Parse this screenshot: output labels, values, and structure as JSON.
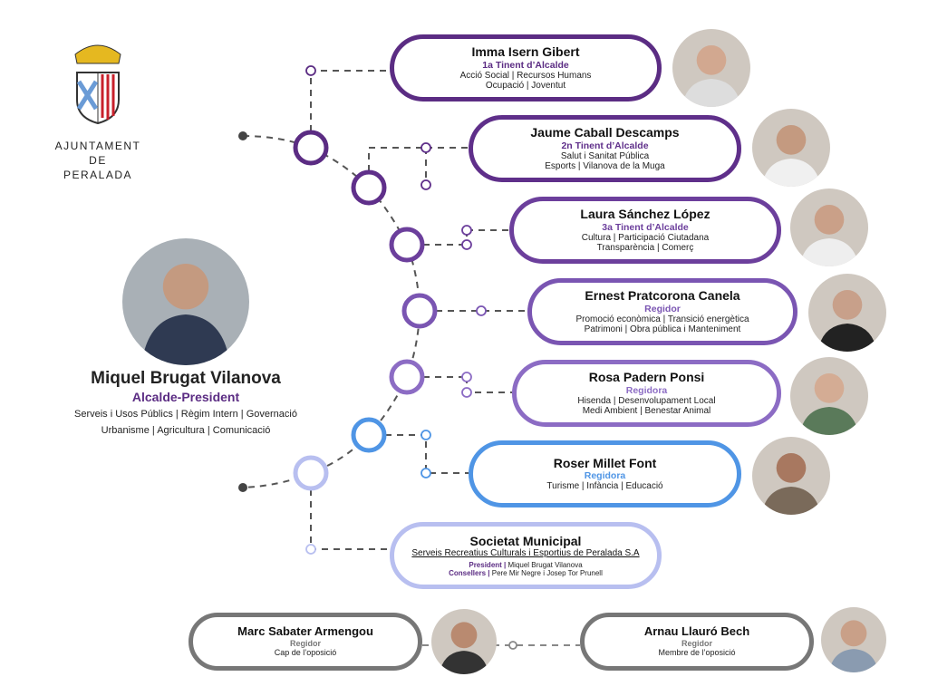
{
  "logo": {
    "name_line1": "AJUNTAMENT",
    "name_line2": "DE PERALADA"
  },
  "mayor": {
    "name": "Miquel Brugat Vilanova",
    "role": "Alcalde-President",
    "areas_line1": "Serveis i Usos Públics | Règim Intern | Governació",
    "areas_line2": "Urbanisme | Agricultura | Comunicació"
  },
  "members": [
    {
      "name": "Imma Isern Gibert",
      "role": "1a Tinent d’Alcalde",
      "areas_line1": "Acció Social | Recursos Humans",
      "areas_line2": "Ocupació | Joventut",
      "color": "#5b2c83"
    },
    {
      "name": "Jaume Caball Descamps",
      "role": "2n Tinent d’Alcalde",
      "areas_line1": "Salut i Sanitat Pública",
      "areas_line2": "Esports | Vilanova de la Muga",
      "color": "#5f2f8a"
    },
    {
      "name": "Laura Sánchez López",
      "role": "3a Tinent d’Alcalde",
      "areas_line1": "Cultura | Participació Ciutadana",
      "areas_line2": "Transparència | Comerç",
      "color": "#6c3f9c"
    },
    {
      "name": "Ernest Pratcorona Canela",
      "role": "Regidor",
      "areas_line1": "Promoció econòmica | Transició energètica",
      "areas_line2": "Patrimoni | Obra pública i Manteniment",
      "color": "#7a55b2"
    },
    {
      "name": "Rosa Padern Ponsi",
      "role": "Regidora",
      "areas_line1": "Hisenda | Desenvolupament Local",
      "areas_line2": "Medi Ambient | Benestar Animal",
      "color": "#8c6cc4"
    },
    {
      "name": "Roser Millet Font",
      "role": "Regidora",
      "areas_line1": "Turisme | Infància | Educació",
      "areas_line2": "",
      "color": "#4f95e5"
    }
  ],
  "societat": {
    "title": "Societat Municipal",
    "subtitle": "Serveis Recreatius Culturals i Esportius de Peralada S.A",
    "president_label": "President |",
    "president": "Miquel Brugat Vilanova",
    "consellers_label": "Consellers |",
    "consellers": "Pere Mir Negre i Josep Tor Prunell",
    "color": "#b8bff0"
  },
  "opposition": [
    {
      "name": "Marc Sabater Armengou",
      "role": "Regidor",
      "area": "Cap de l’oposició"
    },
    {
      "name": "Arnau Llauró Bech",
      "role": "Regidor",
      "area": "Membre de l’oposició"
    }
  ]
}
